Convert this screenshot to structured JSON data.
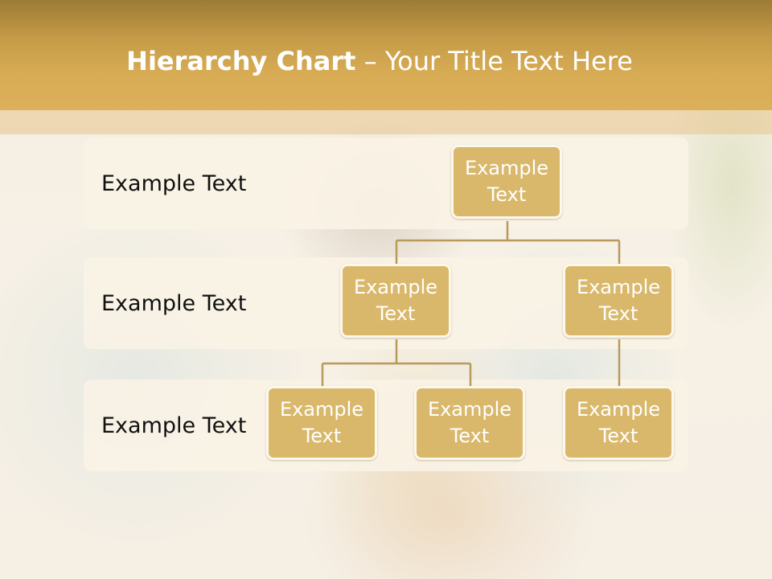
{
  "header": {
    "title_bold": "Hierarchy Chart",
    "title_rest": " – Your Title Text Here"
  },
  "levels": [
    {
      "label": "Example Text"
    },
    {
      "label": "Example Text"
    },
    {
      "label": "Example Text"
    }
  ],
  "nodes": [
    {
      "text": "Example Text"
    },
    {
      "text": "Example Text"
    },
    {
      "text": "Example Text"
    },
    {
      "text": "Example Text"
    },
    {
      "text": "Example Text"
    },
    {
      "text": "Example Text"
    }
  ],
  "colors": {
    "header_gold": "#d7ab53",
    "node_fill": "#d9b86b",
    "connector": "#b89a5a"
  }
}
